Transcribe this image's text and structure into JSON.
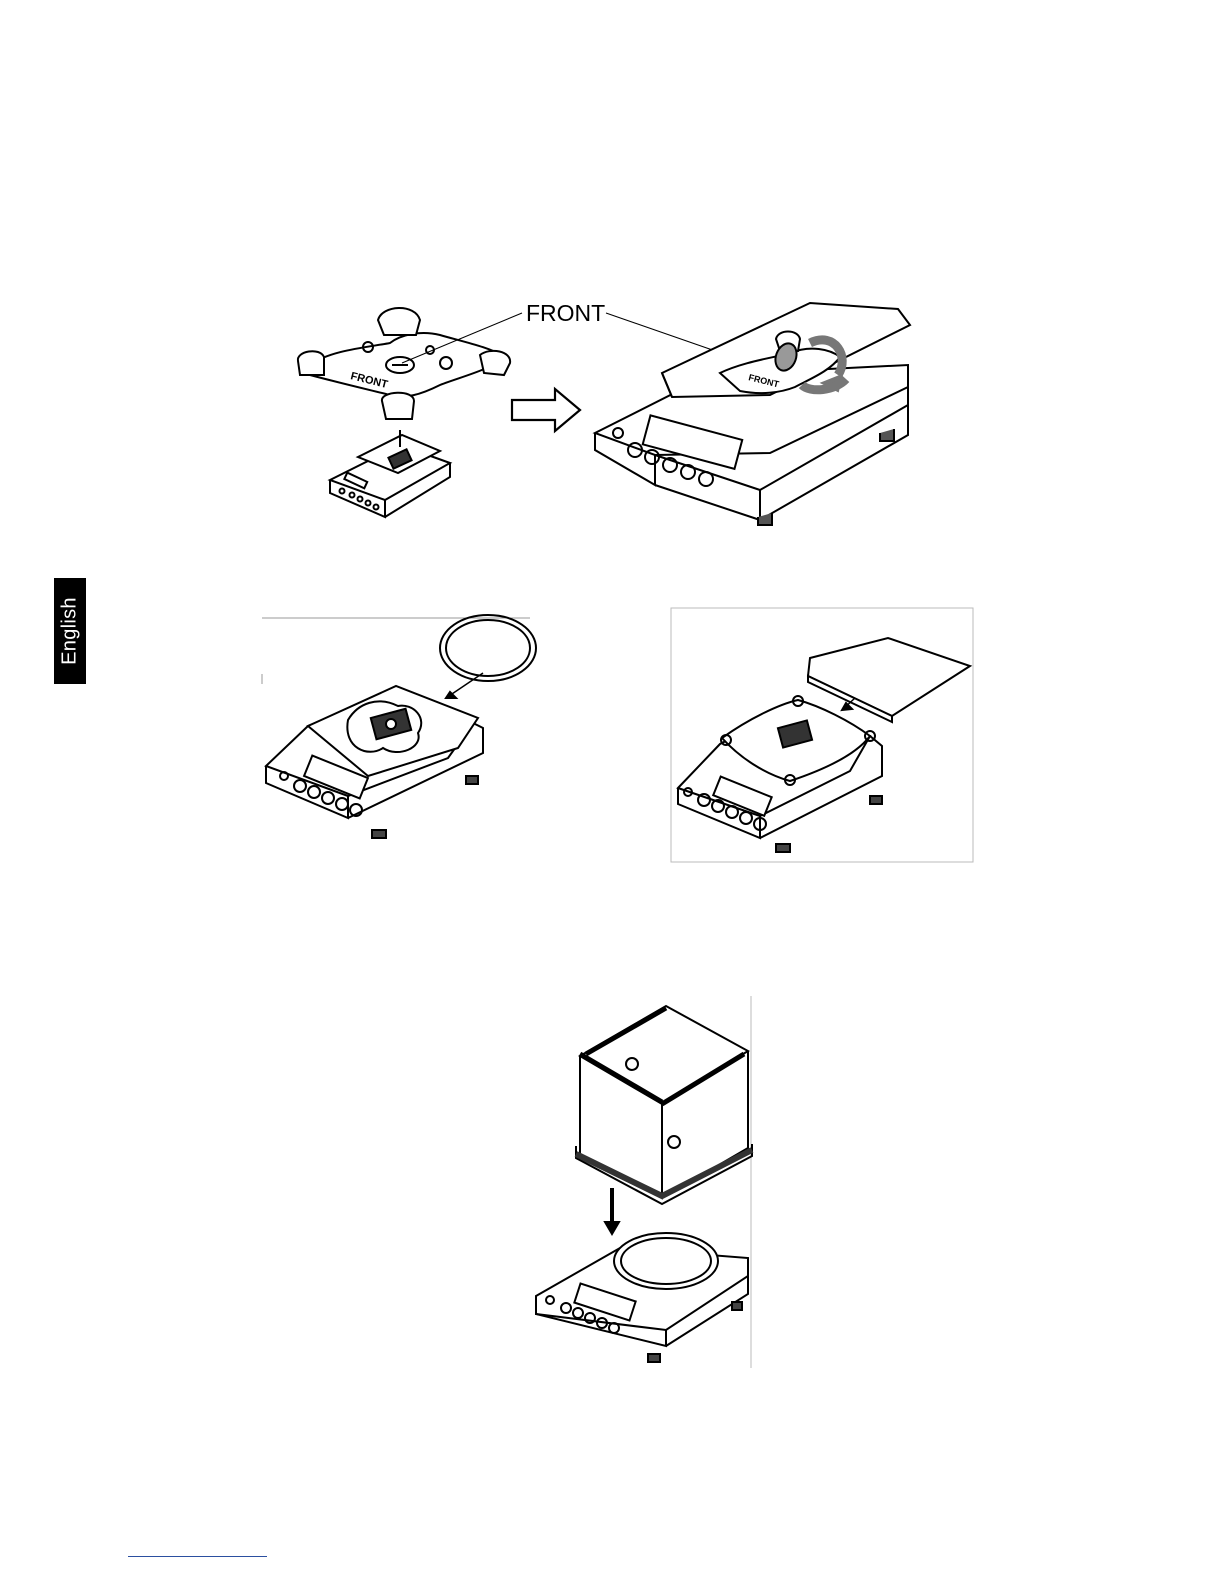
{
  "side_tab": {
    "label": "English"
  },
  "figure1": {
    "label_front": "FRONT",
    "label_front_on_spider_left": "FRONT",
    "label_front_on_spider_right": "FRONT"
  },
  "colors": {
    "ink": "#000000",
    "paper": "#ffffff",
    "gray": "#8a8a8a"
  }
}
